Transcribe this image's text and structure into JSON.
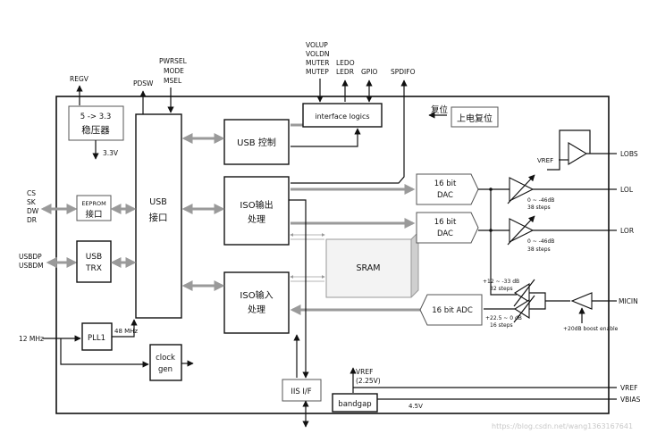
{
  "pins_top": {
    "regv": "REGV",
    "pdsw": "PDSW",
    "pwrsel": "PWRSEL",
    "mode": "MODE",
    "msel": "MSEL",
    "volup": "VOLUP",
    "voldn": "VOLDN",
    "muter": "MUTER",
    "mutep": "MUTEP",
    "ledo": "LEDO",
    "ledr": "LEDR",
    "gpio": "GPIO",
    "spdifo": "SPDIFO"
  },
  "pins_left": {
    "cs": "CS",
    "sk": "SK",
    "dw": "DW",
    "dr": "DR",
    "usbdp": "USBDP",
    "usbdm": "USBDM",
    "clk_in": "12 MHz"
  },
  "pins_right": {
    "lobs": "LOBS",
    "lol": "LOL",
    "lor": "LOR",
    "micin": "MICIN",
    "vref": "VREF",
    "vbias": "VBIAS"
  },
  "blocks": {
    "regulator_line1": "5 -> 3.3",
    "regulator_line2": "稳压器",
    "regulator_out": "3.3V",
    "eeprom_line1": "EEPROM",
    "eeprom_line2": "接口",
    "usb_trx_line1": "USB",
    "usb_trx_line2": "TRX",
    "usb_core_line1": "USB",
    "usb_core_line2": "接口",
    "pll": "PLL1",
    "pll_out": "48 MHz",
    "clock_gen_line1": "clock",
    "clock_gen_line2": "gen",
    "usb_ctrl": "USB 控制",
    "iso_out_line1": "ISO输出",
    "iso_out_line2": "处理",
    "iso_in_line1": "ISO输入",
    "iso_in_line2": "处理",
    "interface_logics": "interface logics",
    "reset_line1": "复位",
    "reset_line2": "上电复位",
    "sram": "SRAM",
    "dac1_line1": "16 bit",
    "dac1_line2": "DAC",
    "dac2_line1": "16 bit",
    "dac2_line2": "DAC",
    "adc": "16 bit ADC",
    "iis": "IIS I/F",
    "bandgap": "bandgap",
    "vref_int_line1": "VREF",
    "vref_int_line2": "(2.25V)",
    "v45": "4.5V"
  },
  "analog": {
    "vref_lobs": "VREF",
    "dac1_range": "0 ~ -46dB",
    "dac1_steps": "38 steps",
    "dac2_range": "0 ~ -46dB",
    "dac2_steps": "38 steps",
    "mic_gain1_range": "+12 ~ -33 dB",
    "mic_gain1_steps": "32 steps",
    "mic_gain2_range": "+22.5 ~ 0 dB",
    "mic_gain2_steps": "16 steps",
    "mic_boost": "+20dB boost enable"
  },
  "watermark": "https://blog.csdn.net/wang1363167641"
}
